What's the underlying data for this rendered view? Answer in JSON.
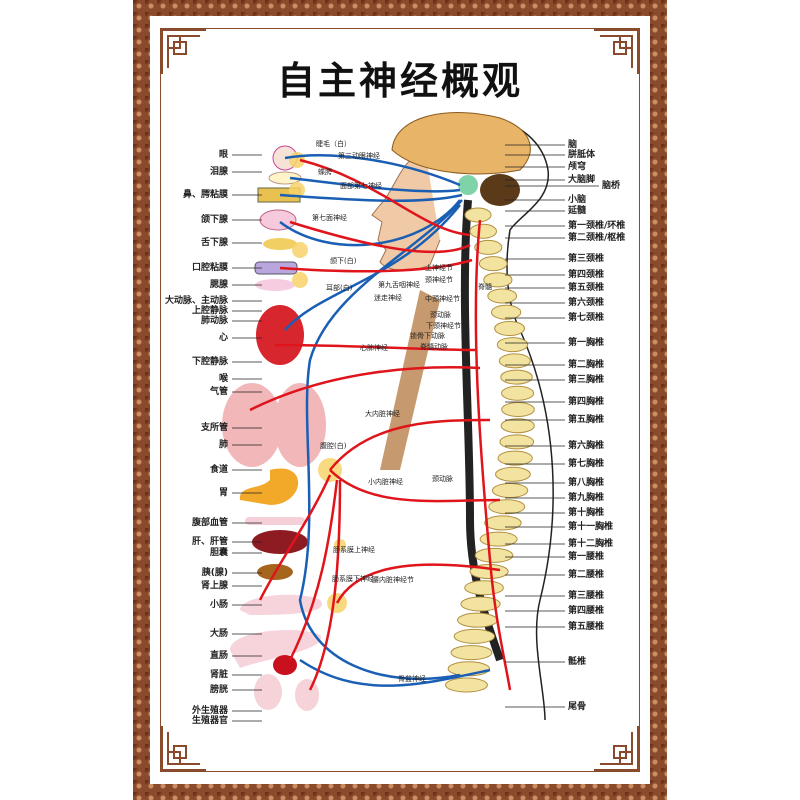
{
  "title": "自主神经概观",
  "left_labels": [
    "眼",
    "泪腺",
    "鼻、腭粘膜",
    "颌下腺",
    "舌下腺",
    "口腔粘膜",
    "腮腺",
    "大动脉、主动脉",
    "上腔静脉",
    "肺动脉",
    "心",
    "下腔静脉",
    "喉",
    "气管",
    "支所管",
    "肺",
    "食道",
    "胃",
    "腹部血管",
    "肝、肝管",
    "胆囊",
    "胰(腺)",
    "肾上腺",
    "小肠",
    "大肠",
    "直肠",
    "肾脏",
    "膀胱",
    "外生殖器",
    "生殖器官"
  ],
  "right_labels": [
    "脑",
    "胼胝体",
    "颅穹",
    "大脑脚",
    "脑桥",
    "小脑",
    "延髓",
    "第一颈椎/环椎",
    "第二颈椎/枢椎",
    "第三颈椎",
    "第四颈椎",
    "第五颈椎",
    "第六颈椎",
    "第七颈椎",
    "第一胸椎",
    "第二胸椎",
    "第三胸椎",
    "第四胸椎",
    "第五胸椎",
    "第六胸椎",
    "第七胸椎",
    "第八胸椎",
    "第九胸椎",
    "第十胸椎",
    "第十一胸椎",
    "第十二胸椎",
    "第一腰椎",
    "第二腰椎",
    "第三腰椎",
    "第四腰椎",
    "第五腰椎",
    "骶椎",
    "尾骨"
  ],
  "middle_labels": [
    "睫毛（白）",
    "第三动眼神经",
    "蝶腭",
    "面部第七神经",
    "第七面神经",
    "颌下(白)",
    "耳部(白)",
    "第九舌咽神经",
    "迷走神经",
    "上神经节",
    "颈神经节",
    "脊髓",
    "中颈神经节",
    "颈动脉",
    "下颈神经节",
    "锁骨下动脉",
    "脊髓动脉",
    "心肺神经",
    "大内脏神经",
    "腹腔(白)",
    "小内脏神经",
    "颈动脉",
    "肠系膜上神经",
    "肠系膜下神经",
    "腰内脏神经节",
    "骨盆神经"
  ],
  "colors": {
    "frame": "#8a4a2c",
    "sympathetic": "#e0141b",
    "parasympathetic": "#1a5fb4",
    "bone": "#f3e3a0",
    "skin": "#f0c9a6"
  }
}
